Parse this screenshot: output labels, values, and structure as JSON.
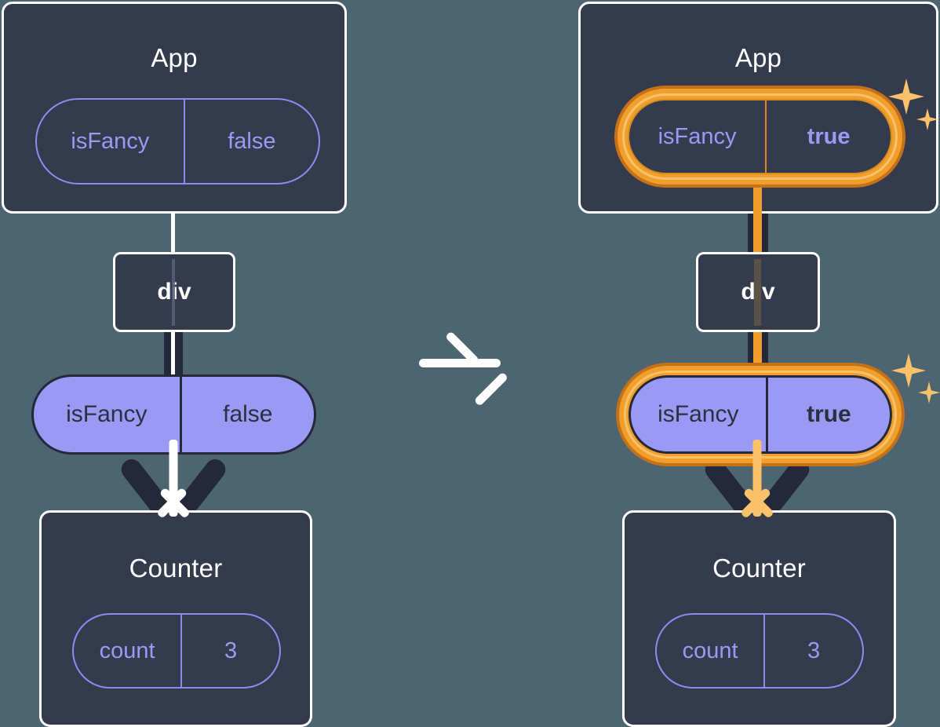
{
  "diagram": {
    "title_hidden": "React state flow: isFancy prop passed from App through div to Counter",
    "background_color": "#4c6571",
    "accent_color": "#f0a02a",
    "accent_light_color": "#fbc06a",
    "prop_color": "#9a9af5",
    "box_color": "#343b4c"
  },
  "panels": [
    {
      "id": "before",
      "app": {
        "title": "App",
        "state_pill": {
          "key": "isFancy",
          "value": "false",
          "highlighted": false,
          "value_bold": false
        }
      },
      "dom_node": {
        "label": "div"
      },
      "prop_pill": {
        "key": "isFancy",
        "value": "false",
        "highlighted": false,
        "value_bold": false
      },
      "counter": {
        "title": "Counter",
        "state_pill": {
          "key": "count",
          "value": "3",
          "highlighted": false,
          "value_bold": false
        }
      },
      "sparkles_visible": false
    },
    {
      "id": "after",
      "app": {
        "title": "App",
        "state_pill": {
          "key": "isFancy",
          "value": "true",
          "highlighted": true,
          "value_bold": true
        }
      },
      "dom_node": {
        "label": "div"
      },
      "prop_pill": {
        "key": "isFancy",
        "value": "true",
        "highlighted": true,
        "value_bold": true
      },
      "counter": {
        "title": "Counter",
        "state_pill": {
          "key": "count",
          "value": "3",
          "highlighted": false,
          "value_bold": false
        }
      },
      "sparkles_visible": true
    }
  ],
  "transition": {
    "icon": "arrow-right-icon"
  }
}
